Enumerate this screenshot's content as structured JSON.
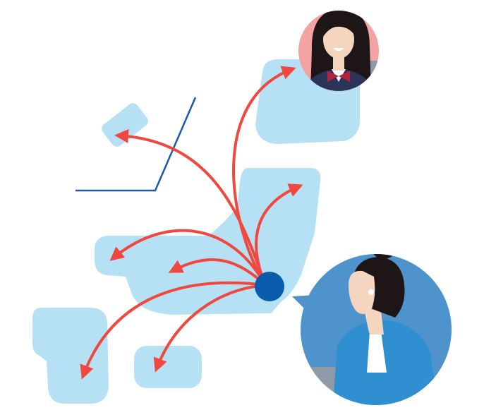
{
  "colors": {
    "background": "#ffffff",
    "land": "#b6e1f5",
    "arrow": "#f0483e",
    "hub": "#0a5bab",
    "divider_line": "#1a5aa6",
    "student_bubble": "#f4a3a3",
    "tutor_bubble": "#4f93cc",
    "uniform": "#2b3457",
    "bow": "#b0223d",
    "skin": "#f3d5c0",
    "hair": "#1d1516",
    "denim": "#2f8fd0",
    "laptop": "#8f9aa6"
  },
  "illustration": {
    "student_photo": "student-avatar",
    "tutor_photo": "tutor-avatar",
    "hub_marker": "online-tutor-location"
  }
}
